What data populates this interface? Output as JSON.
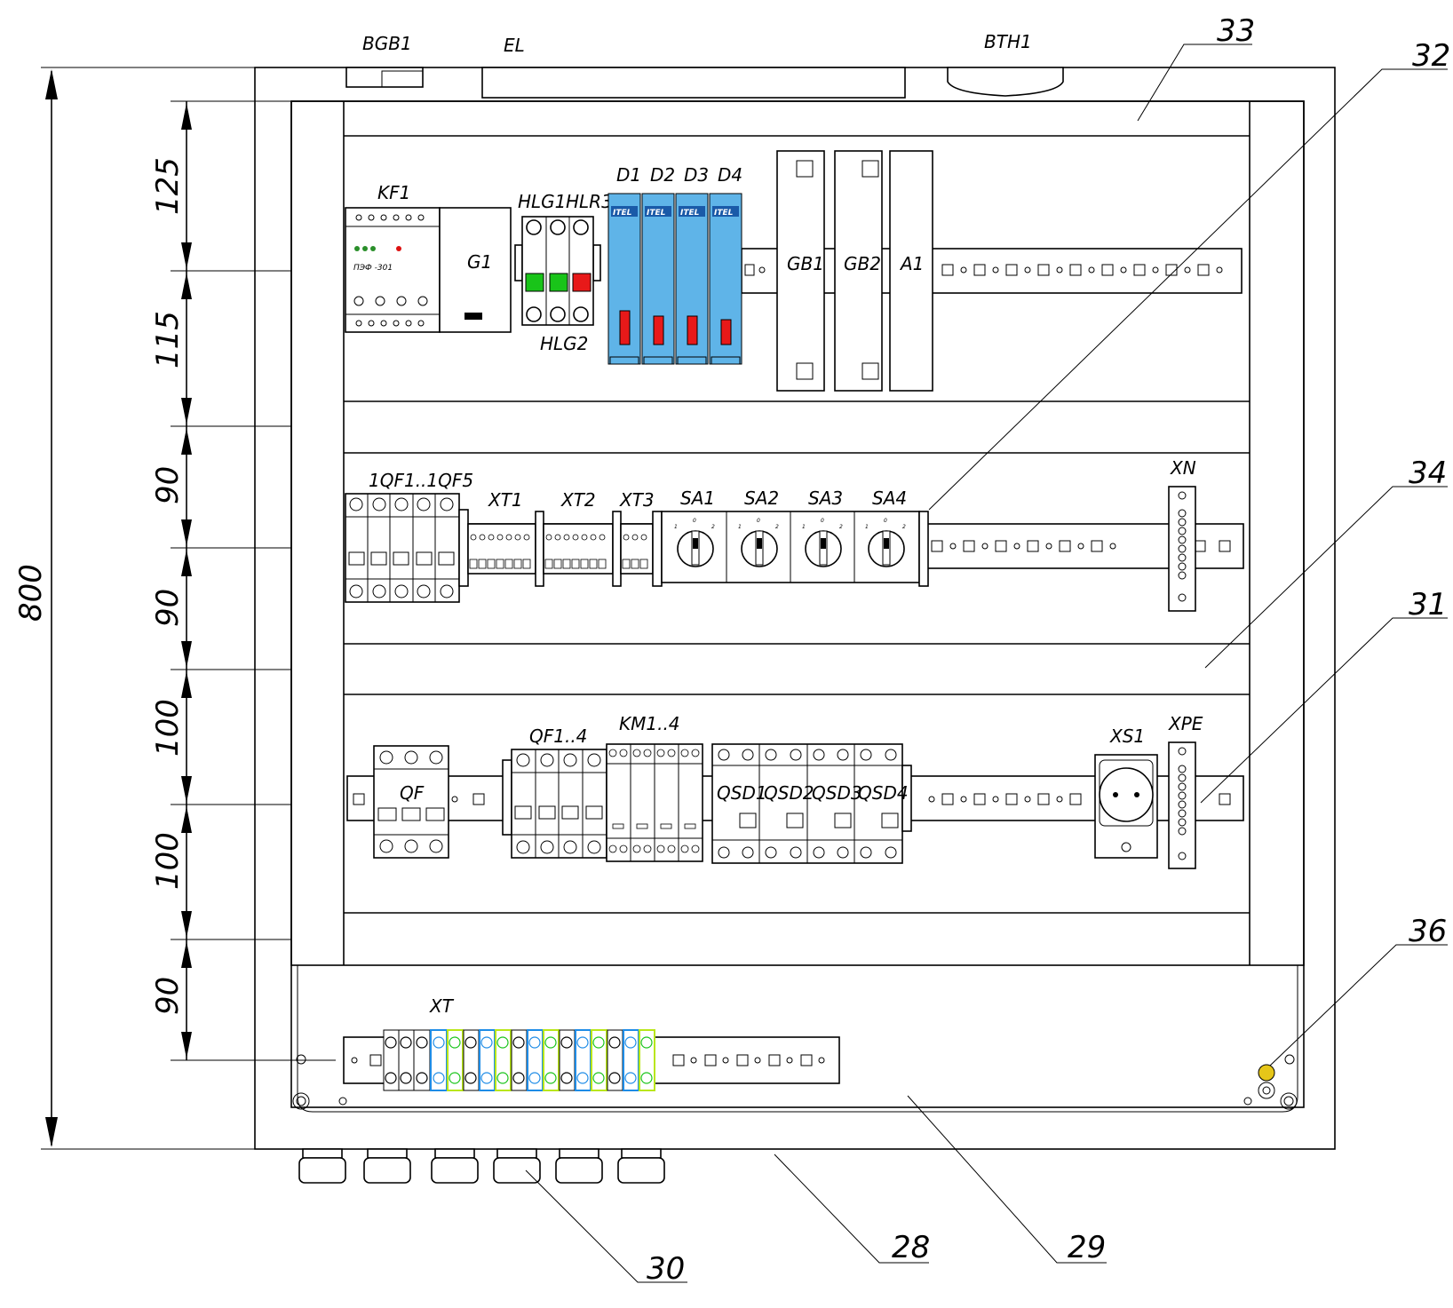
{
  "diagram": {
    "overall_dimension": "800",
    "row_dimensions": [
      "125",
      "115",
      "90",
      "90",
      "100",
      "100",
      "90"
    ],
    "top_devices": {
      "bgb1": "BGB1",
      "el": "EL",
      "bth1": "BTH1"
    },
    "row1": {
      "kf1": "KF1",
      "kf1_face": "ПЭФ -301",
      "g1": "G1",
      "hlg1": "HLG1",
      "hlr3": "HLR3",
      "hlg2": "HLG2",
      "modules": [
        "D1",
        "D2",
        "D3",
        "D4"
      ],
      "module_brand": "ITEL",
      "gb1": "GB1",
      "gb2": "GB2",
      "a1": "A1"
    },
    "row2": {
      "breakers": "1QF1..1QF5",
      "terminals": [
        "XT1",
        "XT2",
        "XT3"
      ],
      "switches": [
        "SA1",
        "SA2",
        "SA3",
        "SA4"
      ],
      "switch_positions": [
        "1",
        "0",
        "2"
      ],
      "neutral_bus": "XN"
    },
    "row3": {
      "main_breaker": "QF",
      "breakers": "QF1..4",
      "contactors": "KM1..4",
      "rcds": [
        "QSD1",
        "QSD2",
        "QSD3",
        "QSD4"
      ],
      "socket": "XS1",
      "pe_bus": "XPE"
    },
    "bottom": {
      "terminal_strip": "XT"
    },
    "callouts": [
      "33",
      "32",
      "34",
      "31",
      "36",
      "30",
      "28",
      "29"
    ],
    "colors": {
      "line": "#000000",
      "module": "#5fb4e8",
      "green": "#19c419",
      "red": "#e81919",
      "terminal_blue": "#1e8ce6",
      "terminal_yellow": "#b9e619"
    }
  }
}
